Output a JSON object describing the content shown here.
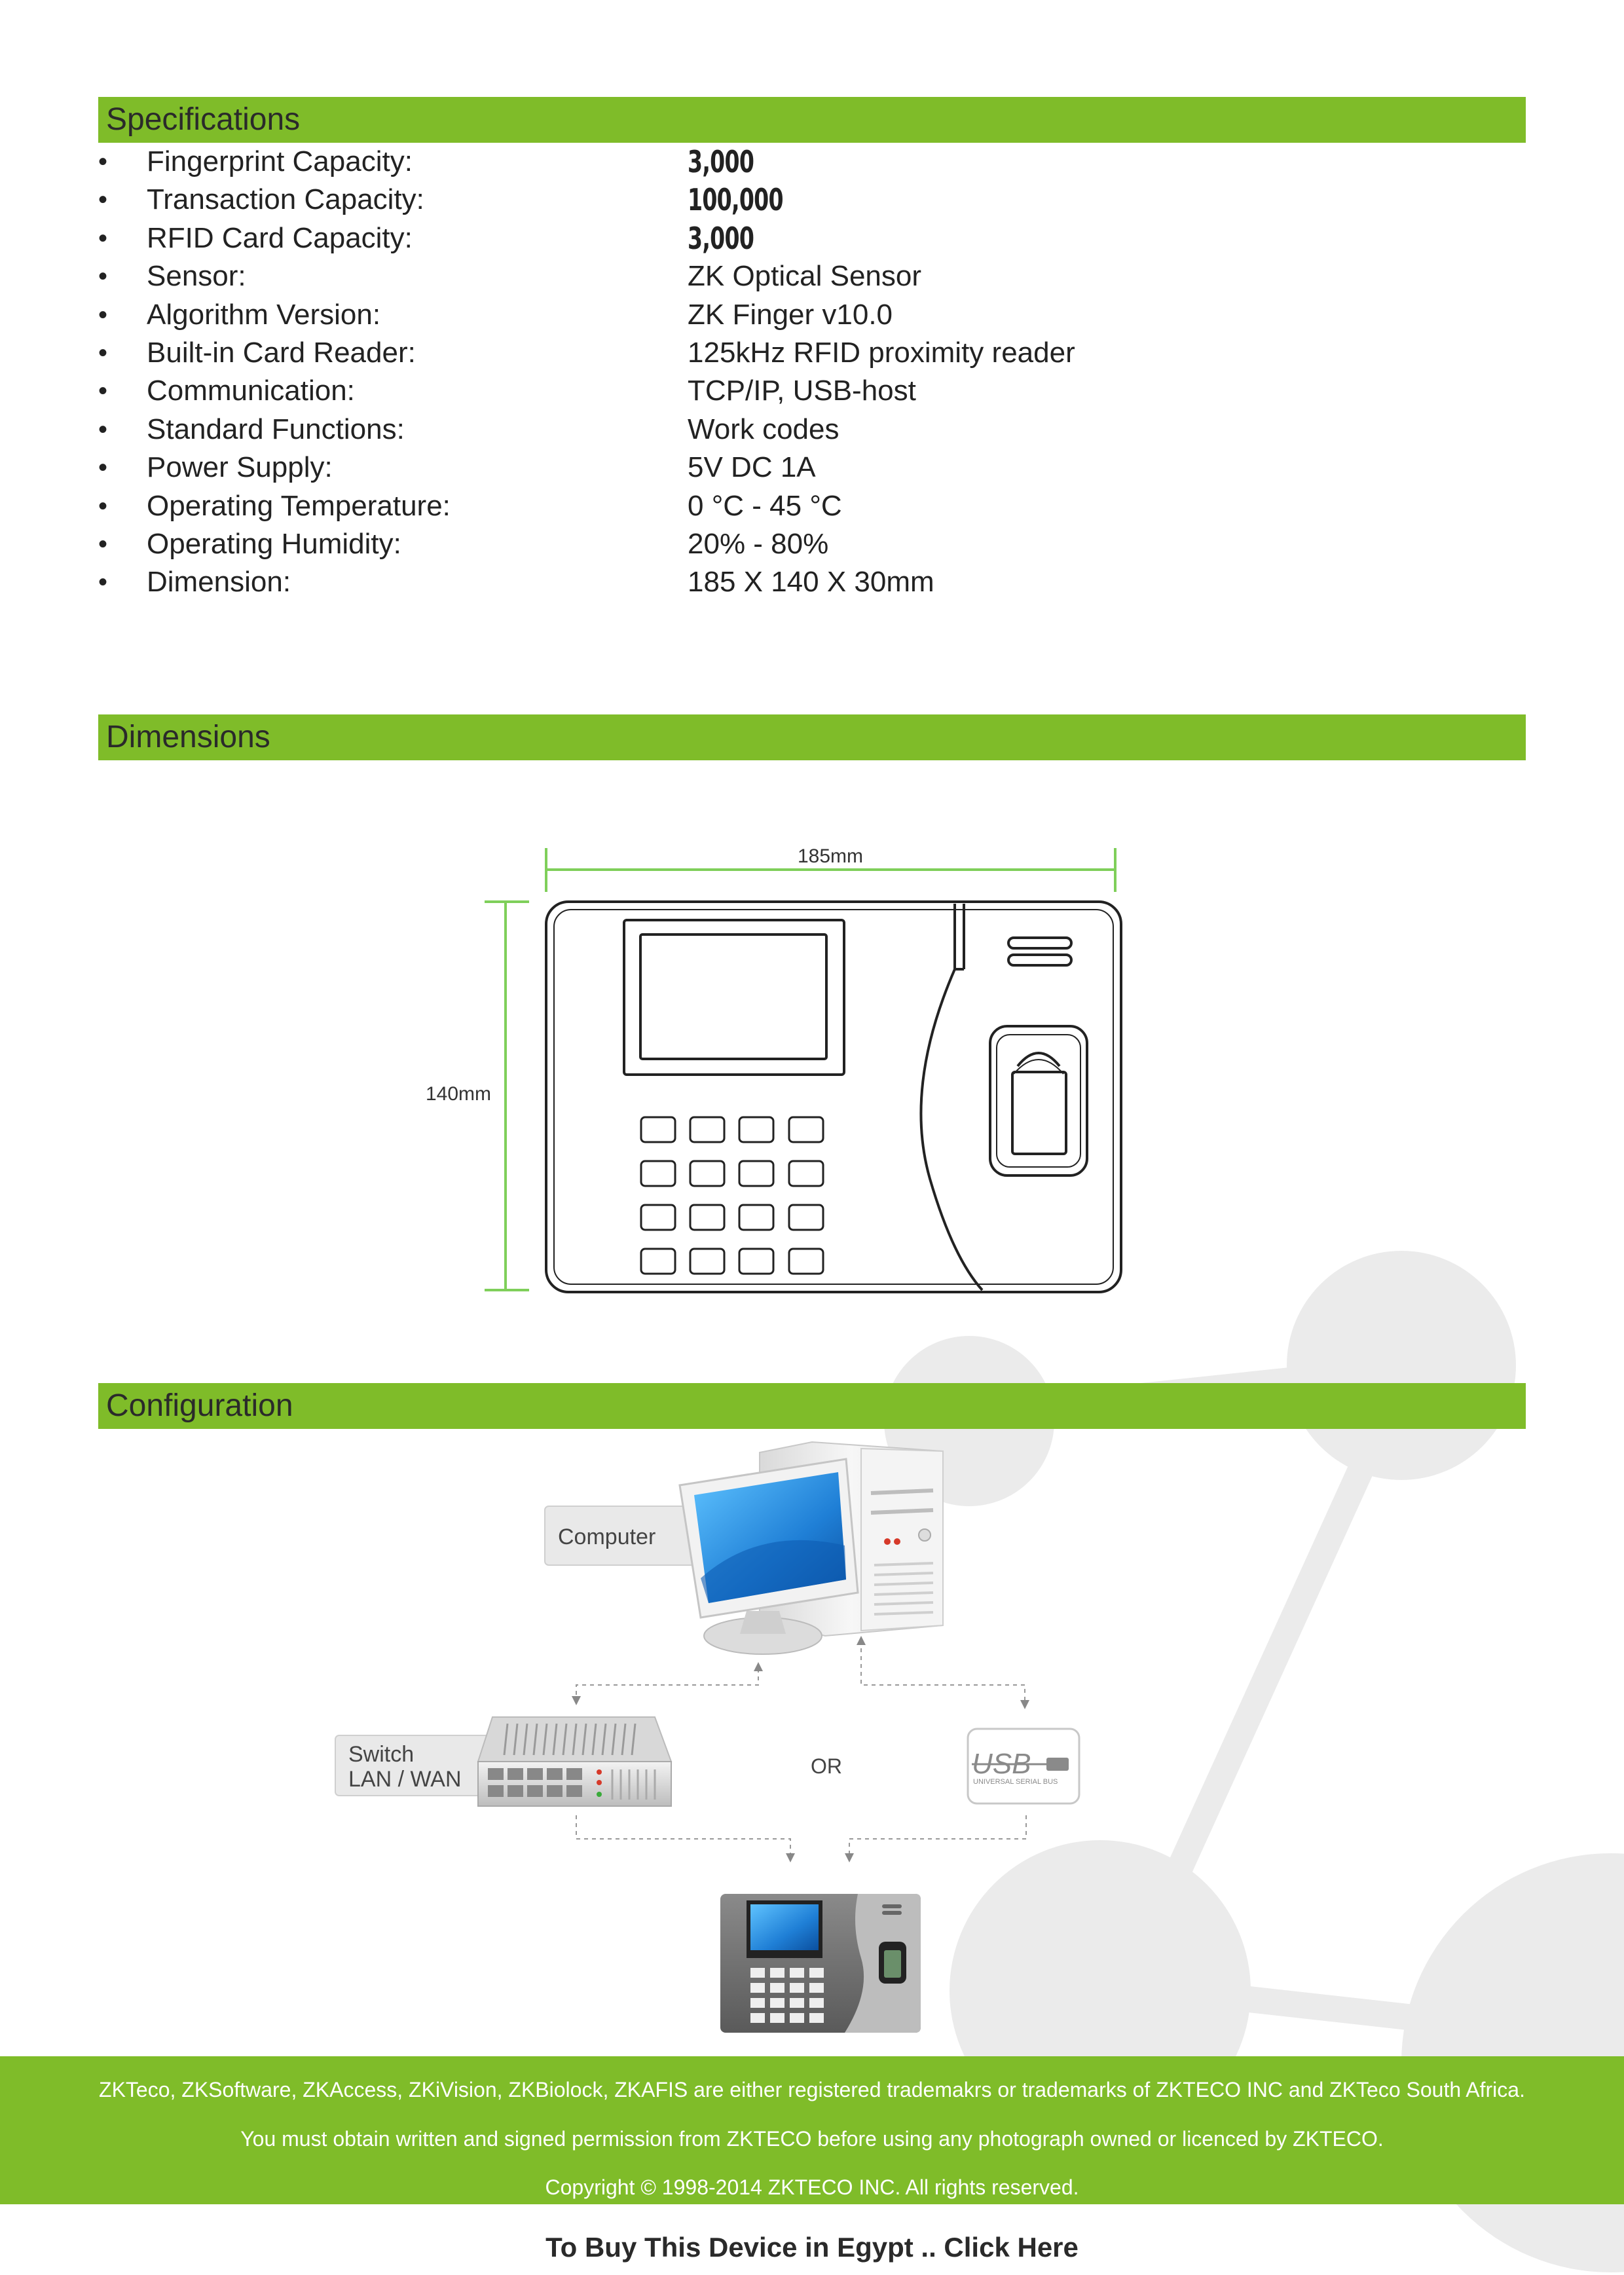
{
  "sections": {
    "specifications": "Specifications",
    "dimensions": "Dimensions",
    "configuration": "Configuration"
  },
  "specs": [
    {
      "bullet": "•",
      "label": "Fingerprint Capacity:",
      "value": "3,000"
    },
    {
      "bullet": "•",
      "label": "Transaction Capacity:",
      "value": "100,000"
    },
    {
      "bullet": "•",
      "label": "RFID Card Capacity:",
      "value": "3,000"
    },
    {
      "bullet": "•",
      "label": "Sensor:",
      "value": "ZK Optical Sensor"
    },
    {
      "bullet": "•",
      "label": "Algorithm Version:",
      "value": "ZK Finger v10.0"
    },
    {
      "bullet": "•",
      "label": "Built-in Card Reader:",
      "value": "125kHz RFID proximity reader"
    },
    {
      "bullet": "•",
      "label": "Communication:",
      "value": "TCP/IP, USB-host"
    },
    {
      "bullet": "•",
      "label": "Standard Functions:",
      "value": "Work codes"
    },
    {
      "bullet": "•",
      "label": "Power Supply:",
      "value": "5V DC 1A"
    },
    {
      "bullet": "•",
      "label": "Operating Temperature:",
      "value": "0 °C - 45 °C"
    },
    {
      "bullet": "•",
      "label": "Operating Humidity:",
      "value": "20% - 80%"
    },
    {
      "bullet": "•",
      "label": "Dimension:",
      "value": "185 X 140 X 30mm"
    }
  ],
  "dimension_labels": {
    "width": "185mm",
    "height": "140mm"
  },
  "configuration": {
    "computer_label": "Computer",
    "switch_label_1": "Switch",
    "switch_label_2": "LAN / WAN",
    "or_label": "OR",
    "usb_label": "USB",
    "usb_sub": "UNIVERSAL SERIAL BUS"
  },
  "colors": {
    "accent_green": "#7fbc29",
    "dimension_line": "#7fcf5a",
    "screen_blue": "#1f7fd6"
  },
  "footer": {
    "line1": "ZKTeco, ZKSoftware, ZKAccess, ZKiVision, ZKBiolock, ZKAFIS are either registered trademakrs or trademarks of ZKTECO INC and ZKTeco South Africa.",
    "line2": "You must obtain written and signed permission from ZKTECO before using any photograph owned or licenced by ZKTECO.",
    "line3": "Copyright  ©  1998-2014 ZKTECO INC. All rights reserved."
  },
  "buy_link": "To Buy This Device in Egypt .. Click Here"
}
